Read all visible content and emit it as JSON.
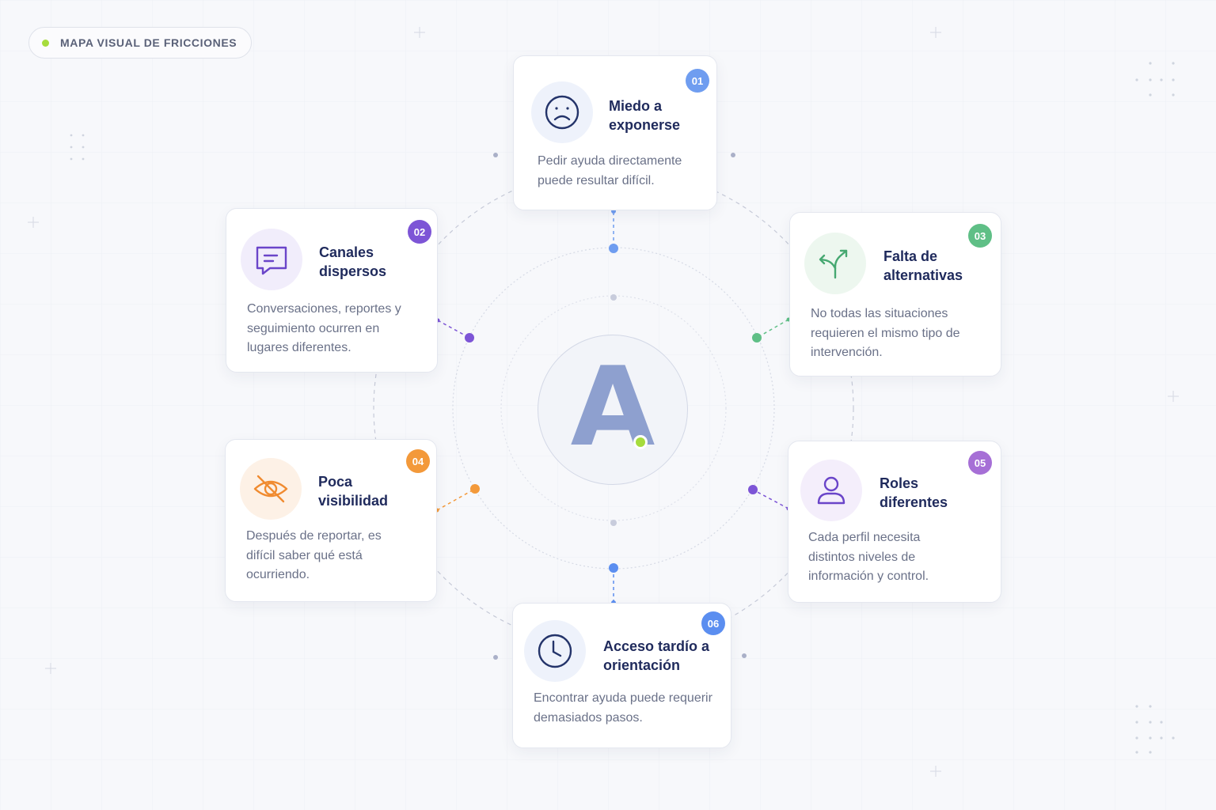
{
  "header": {
    "tag_label": "MAPA VISUAL DE FRICCIONES"
  },
  "center": {
    "logo_letter": "A"
  },
  "cards": [
    {
      "number": "01",
      "title": "Miedo a exponerse",
      "description": "Pedir ayuda directamente puede resultar difícil.",
      "icon": "sad-face-icon",
      "color": "#6f9df0"
    },
    {
      "number": "02",
      "title": "Canales dispersos",
      "description": "Conversaciones, reportes y seguimiento ocurren en lugares diferentes.",
      "icon": "chat-bubble-icon",
      "color": "#7d55d6"
    },
    {
      "number": "03",
      "title": "Falta de alternativas",
      "description": "No todas las situaciones requieren el mismo tipo de intervención.",
      "icon": "split-arrows-icon",
      "color": "#5fbf86"
    },
    {
      "number": "04",
      "title": "Poca visibilidad",
      "description": "Después de reportar, es difícil saber qué está ocurriendo.",
      "icon": "eye-off-icon",
      "color": "#f3993a"
    },
    {
      "number": "05",
      "title": "Roles diferentes",
      "description": "Cada perfil necesita distintos niveles de información y control.",
      "icon": "user-icon",
      "color": "#a66fd6"
    },
    {
      "number": "06",
      "title": "Acceso tardío a orientación",
      "description": "Encontrar ayuda puede requerir demasiados pasos.",
      "icon": "clock-icon",
      "color": "#5b8ef0"
    }
  ],
  "colors": {
    "accent_green": "#a6dc3d",
    "title_text": "#1f2a5c",
    "body_text": "#6a7188",
    "logo": "#8ea0cf"
  }
}
